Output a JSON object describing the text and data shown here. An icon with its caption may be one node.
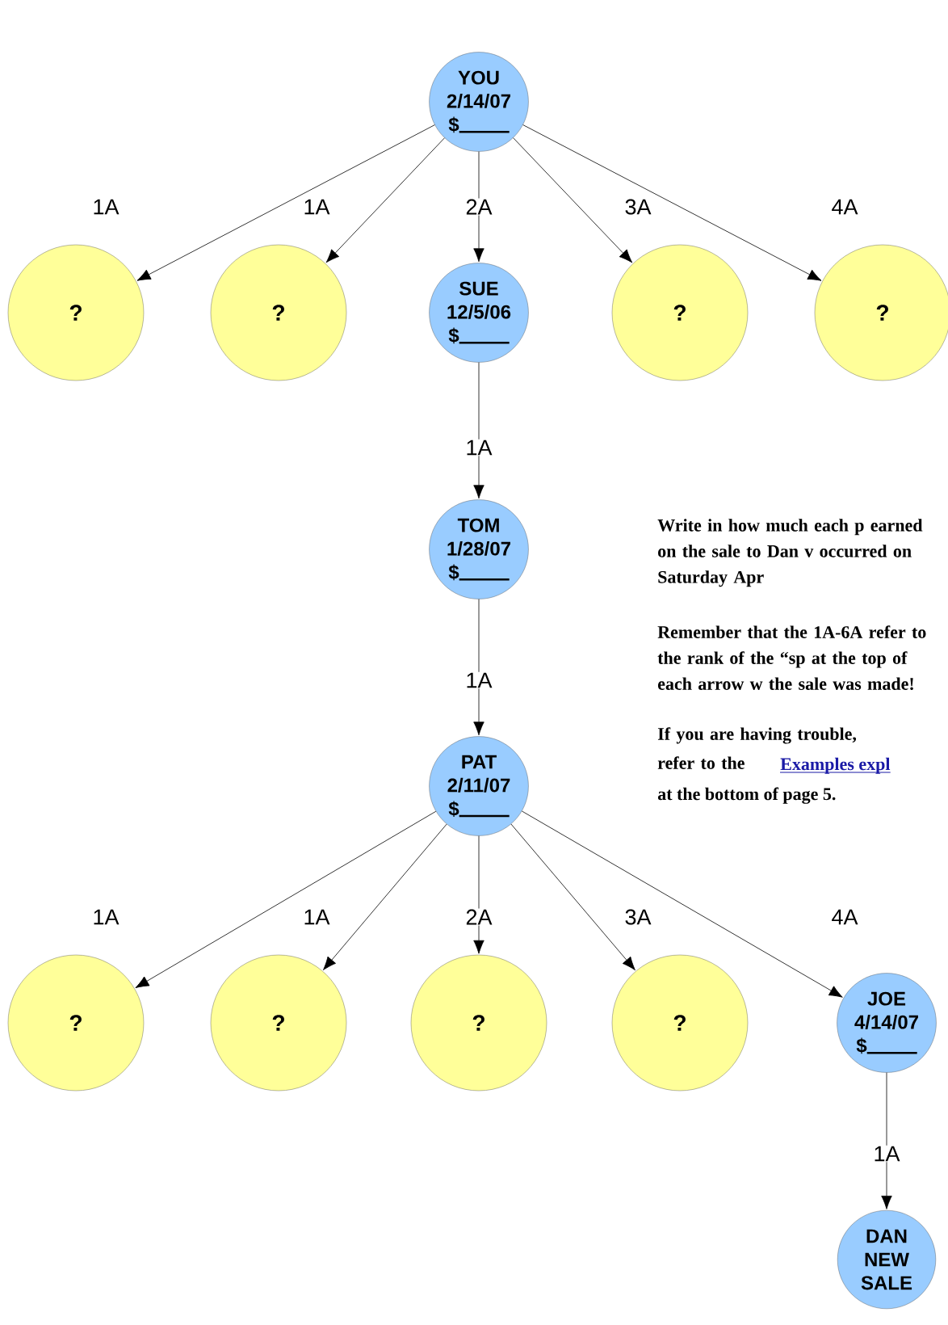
{
  "diagram": {
    "nodes": [
      {
        "text": [
          "YOU",
          "2/14/07",
          "$"
        ]
      },
      {
        "text": [
          "?"
        ]
      },
      {
        "text": [
          "?"
        ]
      },
      {
        "text": [
          "SUE",
          "12/5/06",
          "$"
        ]
      },
      {
        "text": [
          "?"
        ]
      },
      {
        "text": [
          "?"
        ]
      },
      {
        "text": [
          "TOM",
          "1/28/07",
          "$"
        ]
      },
      {
        "text": [
          "PAT",
          "2/11/07",
          "$"
        ]
      },
      {
        "text": [
          "?"
        ]
      },
      {
        "text": [
          "?"
        ]
      },
      {
        "text": [
          "?"
        ]
      },
      {
        "text": [
          "?"
        ]
      },
      {
        "text": [
          "JOE",
          "4/14/07",
          "$"
        ]
      },
      {
        "text": [
          "DAN",
          "NEW SALE"
        ]
      }
    ],
    "edges": [
      {
        "from": 0,
        "to": 1,
        "arrow": "to",
        "label": "1A"
      },
      {
        "from": 0,
        "to": 2,
        "arrow": "to",
        "label": "1A"
      },
      {
        "from": 0,
        "to": 3,
        "arrow": "to",
        "label": "2A"
      },
      {
        "from": 0,
        "to": 4,
        "arrow": "to",
        "label": "3A"
      },
      {
        "from": 0,
        "to": 5,
        "arrow": "to",
        "label": "4A"
      },
      {
        "from": 3,
        "to": 6,
        "arrow": "to",
        "label": "1A"
      },
      {
        "from": 6,
        "to": 7,
        "arrow": "to",
        "label": "1A"
      },
      {
        "from": 7,
        "to": 8,
        "arrow": "to",
        "label": "1A"
      },
      {
        "from": 7,
        "to": 9,
        "arrow": "to",
        "label": "1A"
      },
      {
        "from": 7,
        "to": 10,
        "arrow": "to",
        "label": "2A"
      },
      {
        "from": 7,
        "to": 11,
        "arrow": "to",
        "label": "3A"
      },
      {
        "from": 7,
        "to": 12,
        "arrow": "to",
        "label": "4A"
      },
      {
        "from": 12,
        "to": 13,
        "arrow": "to",
        "label": "1A"
      }
    ],
    "labels": [
      "Write in how much each p earned on the sale to Dan v occurred on Saturday Apr",
      "Remember that the 1A-6A refer to the rank of the “sp at the top of each arrow w the sale was made!",
      "If you are having trouble, refer to the",
      "Examples expl",
      "at the bottom of page 5."
    ]
  }
}
